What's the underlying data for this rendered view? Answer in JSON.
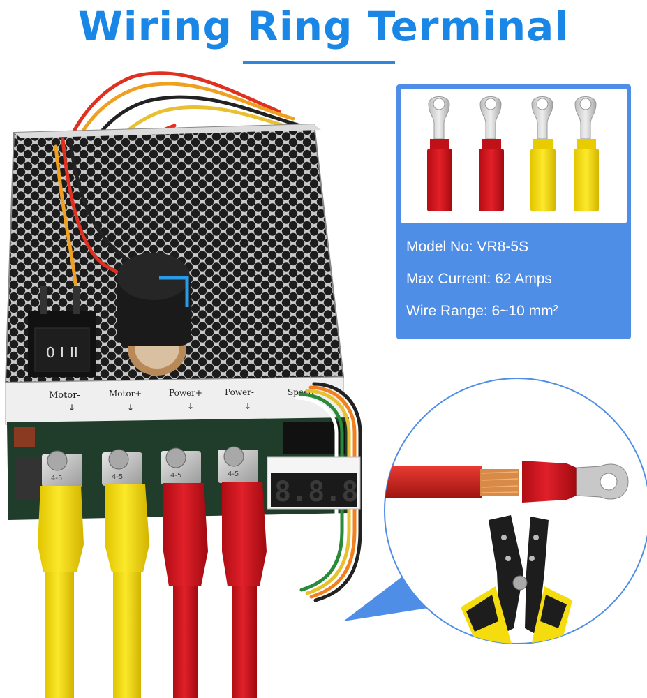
{
  "title": {
    "word1": "Wiring",
    "word2": "Ring",
    "word3": "Terminal"
  },
  "specs": {
    "model": "Model No: VR8-5S",
    "current": "Max Current: 62 Amps",
    "wire_range": "Wire Range: 6~10 mm²"
  },
  "board_labels": {
    "motor_minus": "Motor-",
    "motor_plus": "Motor+",
    "power_plus": "Power+",
    "power_minus": "Power-",
    "speed": "Speed"
  },
  "terminal_marks": [
    "4-5",
    "4-5",
    "4-5",
    "4-5"
  ],
  "display_readout": "8.8.8",
  "colors": {
    "title_blue": "#1a87e6",
    "card_blue": "#4f8ee6",
    "terminal_red": "#d0101a",
    "terminal_yellow": "#f5dc0e"
  }
}
